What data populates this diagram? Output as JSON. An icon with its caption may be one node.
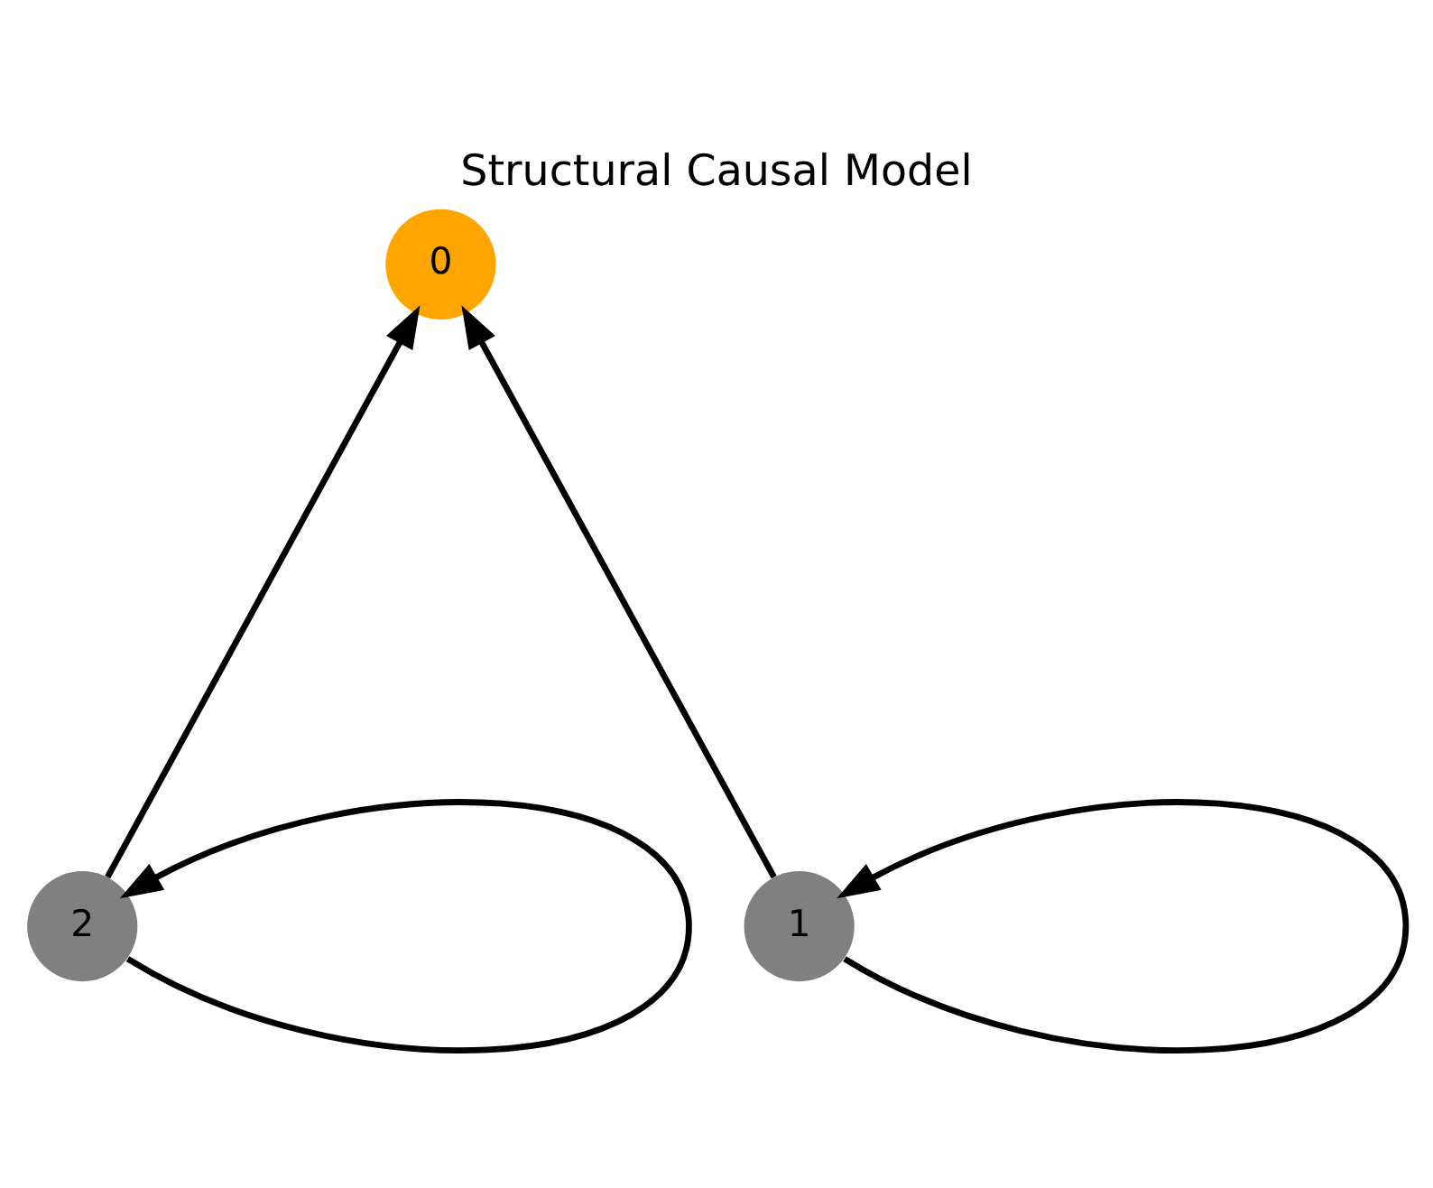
{
  "diagram": {
    "title": "Structural Causal Model",
    "nodes": [
      {
        "text": [
          "0"
        ]
      },
      {
        "text": [
          "2"
        ]
      },
      {
        "text": [
          "1"
        ]
      }
    ],
    "edges": [
      {
        "from": 1,
        "to": 0,
        "arrow": "to"
      },
      {
        "from": 2,
        "to": 0,
        "arrow": "to"
      },
      {
        "from": 1,
        "to": 1,
        "arrow": "to"
      },
      {
        "from": 2,
        "to": 2,
        "arrow": "to"
      }
    ]
  }
}
